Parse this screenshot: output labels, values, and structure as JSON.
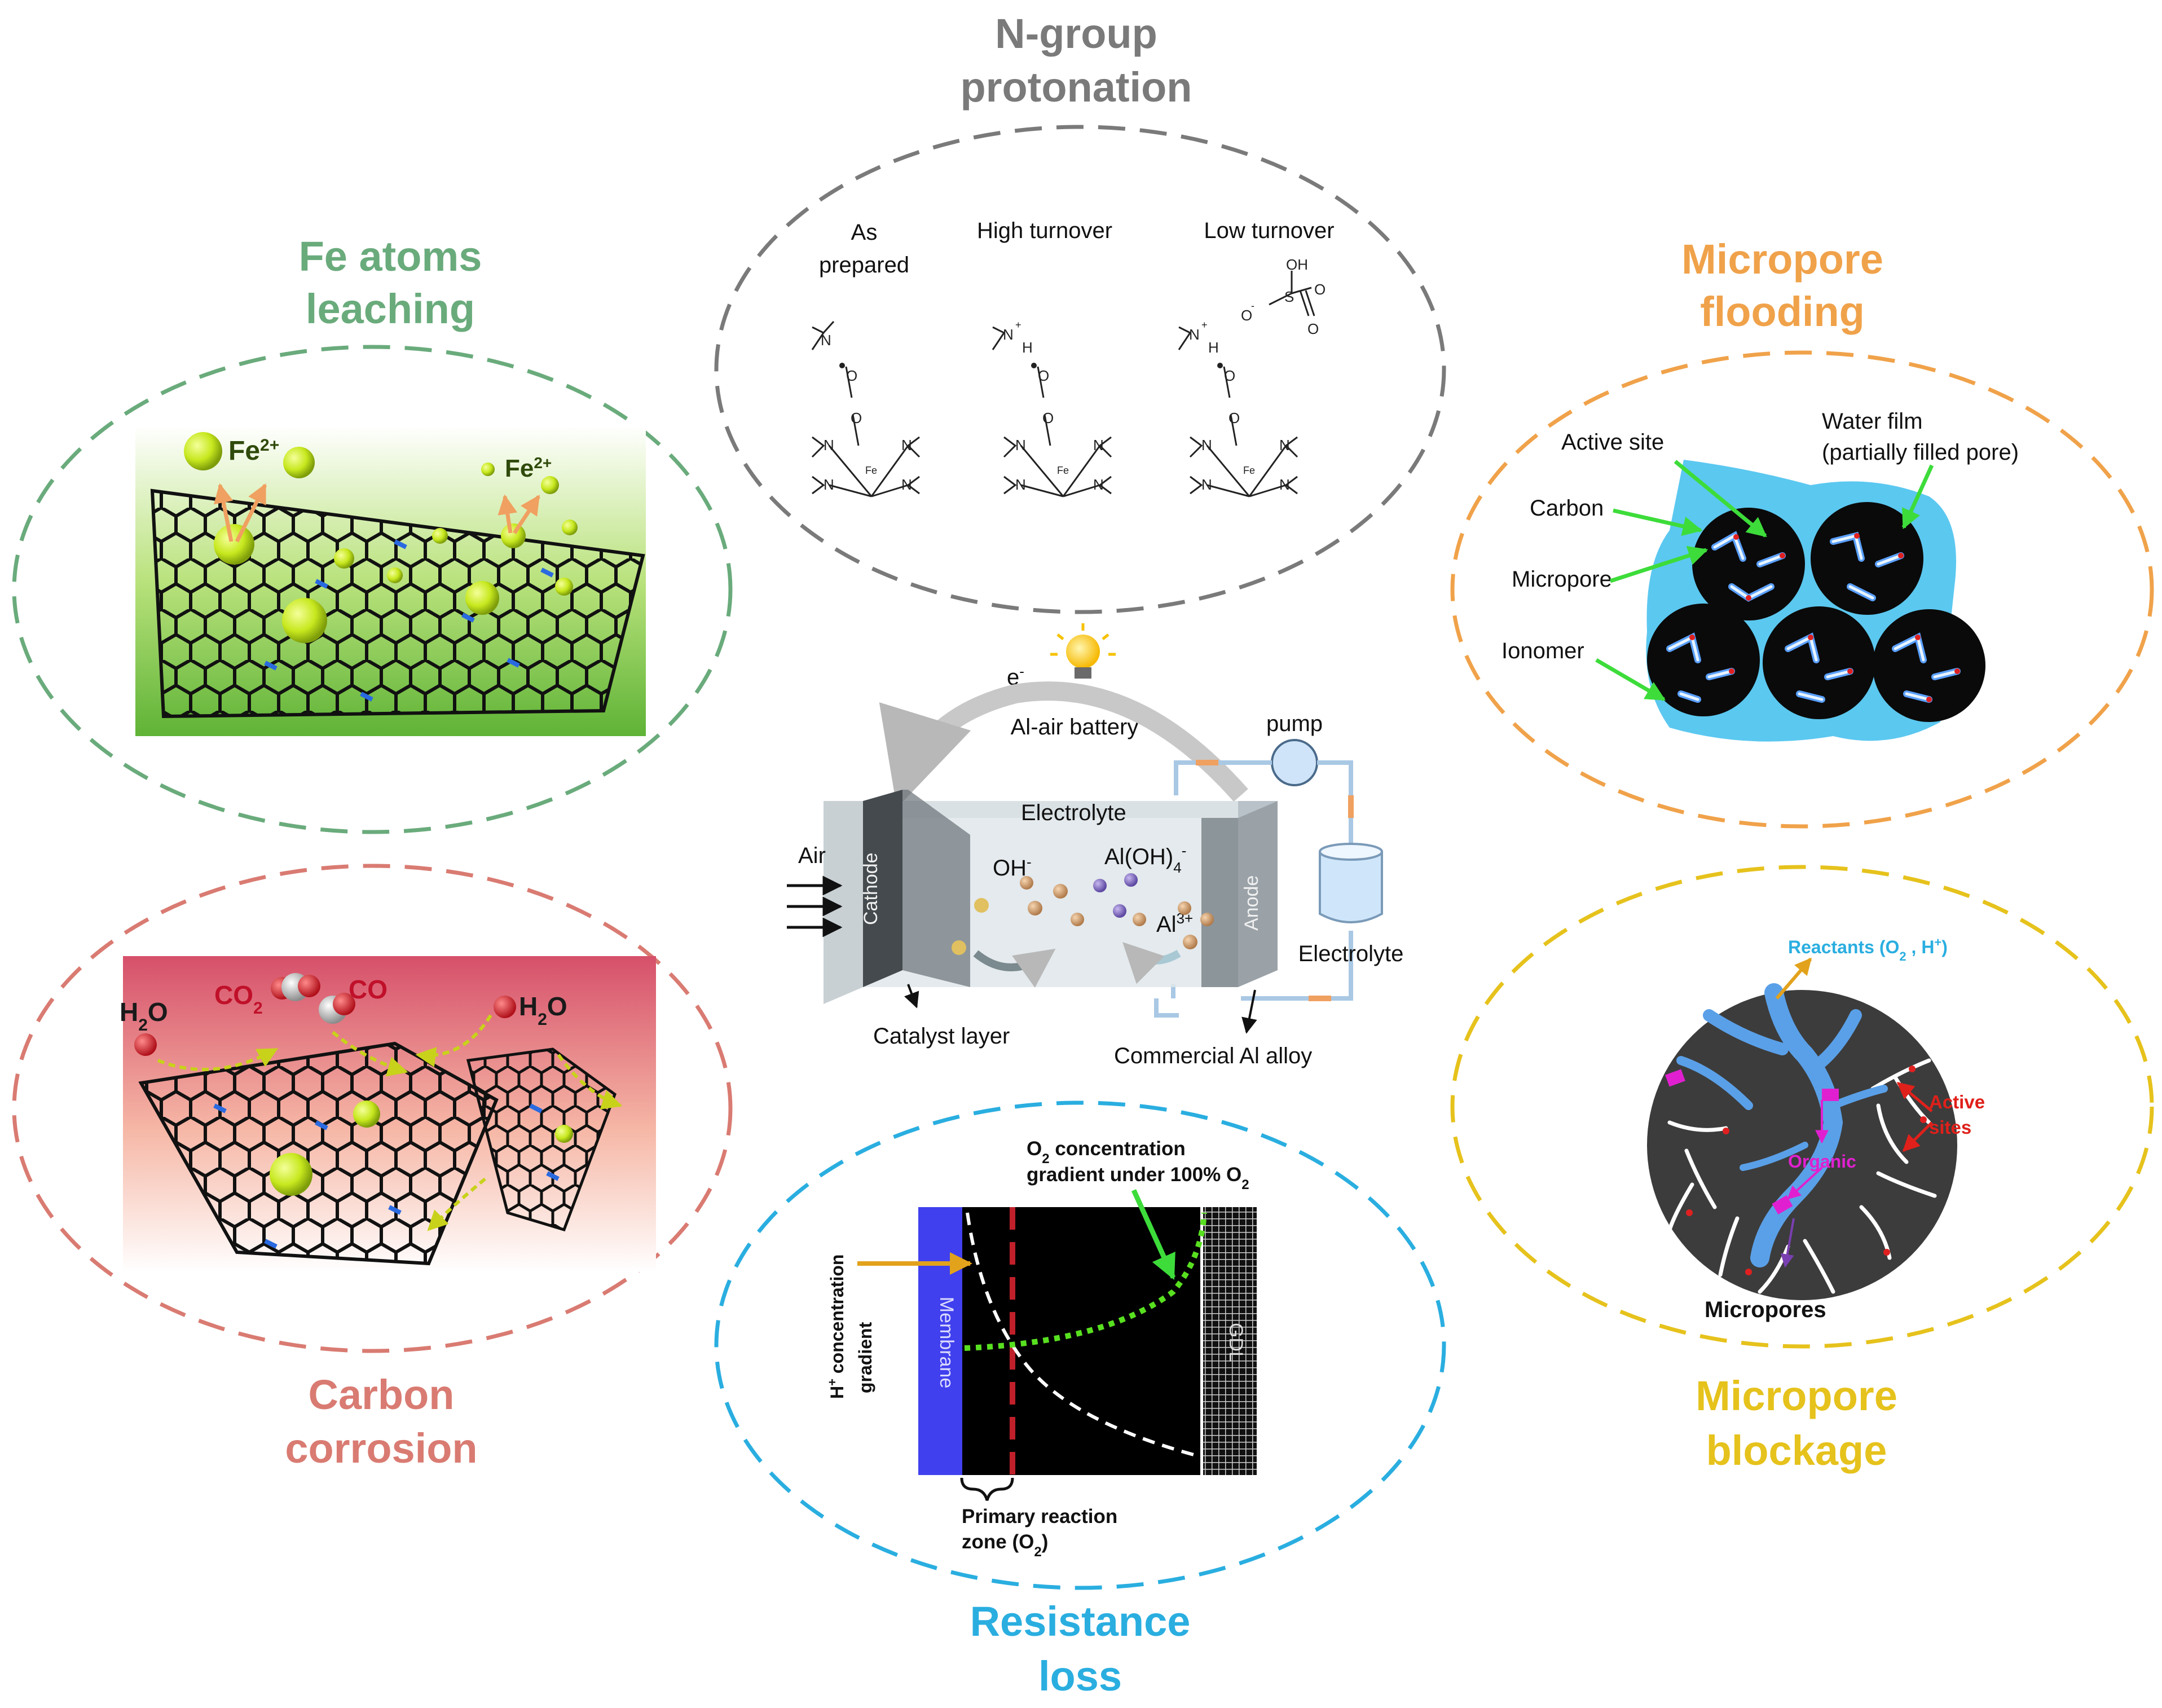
{
  "colors": {
    "leaching": "#6aab7c",
    "protonation": "#7a7a7a",
    "flooding": "#f0a24a",
    "corrosion": "#d97b72",
    "resistance": "#2aaee0",
    "blockage": "#e6c21c",
    "water": "#5bc8f0",
    "arrow_green": "#3ddc3a"
  },
  "titles": {
    "fe_leaching": [
      "Fe atoms",
      "leaching"
    ],
    "n_protonation": [
      "N-group",
      "protonation"
    ],
    "micropore_flooding": [
      "Micropore",
      "flooding"
    ],
    "carbon_corrosion": [
      "Carbon",
      "corrosion"
    ],
    "resistance_loss": [
      "Resistance",
      "loss"
    ],
    "micropore_blockage": [
      "Micropore",
      "blockage"
    ]
  },
  "leaching": {
    "ion_left": "Fe",
    "ion_right": "Fe",
    "charge": "2+"
  },
  "corrosion": {
    "h2o_left": "H",
    "h2o_right": "H",
    "sub2": "2",
    "o": "O",
    "co2": "CO",
    "co": "CO"
  },
  "protonation": {
    "col1": [
      "As",
      "prepared"
    ],
    "col2": "High turnover",
    "col3": "Low turnover",
    "atoms": {
      "n": "N",
      "h": "H",
      "o": "O",
      "fe": "Fe",
      "s": "S",
      "oh": "OH",
      "plus": "+",
      "minus": "-"
    }
  },
  "battery": {
    "electron": "e",
    "electron_sup": "-",
    "title": "Al-air battery",
    "pump": "pump",
    "electrolyte_top": "Electrolyte",
    "air": "Air",
    "cathode": "Cathode",
    "anode": "Anode",
    "oh": "OH",
    "oh_sup": "-",
    "aloh": "Al(OH)",
    "aloh_sub": "4",
    "aloh_sup": "-",
    "al": "Al",
    "al_sup": "3+",
    "electrolyte_tank": "Electrolyte",
    "catalyst_layer": "Catalyst layer",
    "commercial_al": "Commercial Al alloy"
  },
  "flooding": {
    "active_site": "Active site",
    "water_film_1": "Water film",
    "water_film_2": "(partially filled pore)",
    "carbon": "Carbon",
    "micropore": "Micropore",
    "ionomer": "Ionomer"
  },
  "resistance": {
    "o2_line1": "O",
    "o2_line1_sub": "2",
    "o2_line1_rest": " concentration",
    "o2_line2": "gradient under 100% O",
    "o2_line2_sub": "2",
    "h_label_1": "H",
    "h_label_sup": "+",
    "h_label_1_rest": " concentration",
    "h_label_2": "gradient",
    "membrane": "Membrane",
    "gdl": "GDL",
    "zone_1": "Primary reaction",
    "zone_2": "zone (O",
    "zone_2_sub": "2",
    "zone_2_end": ")"
  },
  "blockage": {
    "reactants": "Reactants (O",
    "reactants_sub": "2",
    "reactants_mid": " , H",
    "reactants_sup": "+",
    "reactants_end": ")",
    "active_1": "Active",
    "active_2": "sites",
    "organic": "Organic",
    "micropores": "Micropores"
  }
}
